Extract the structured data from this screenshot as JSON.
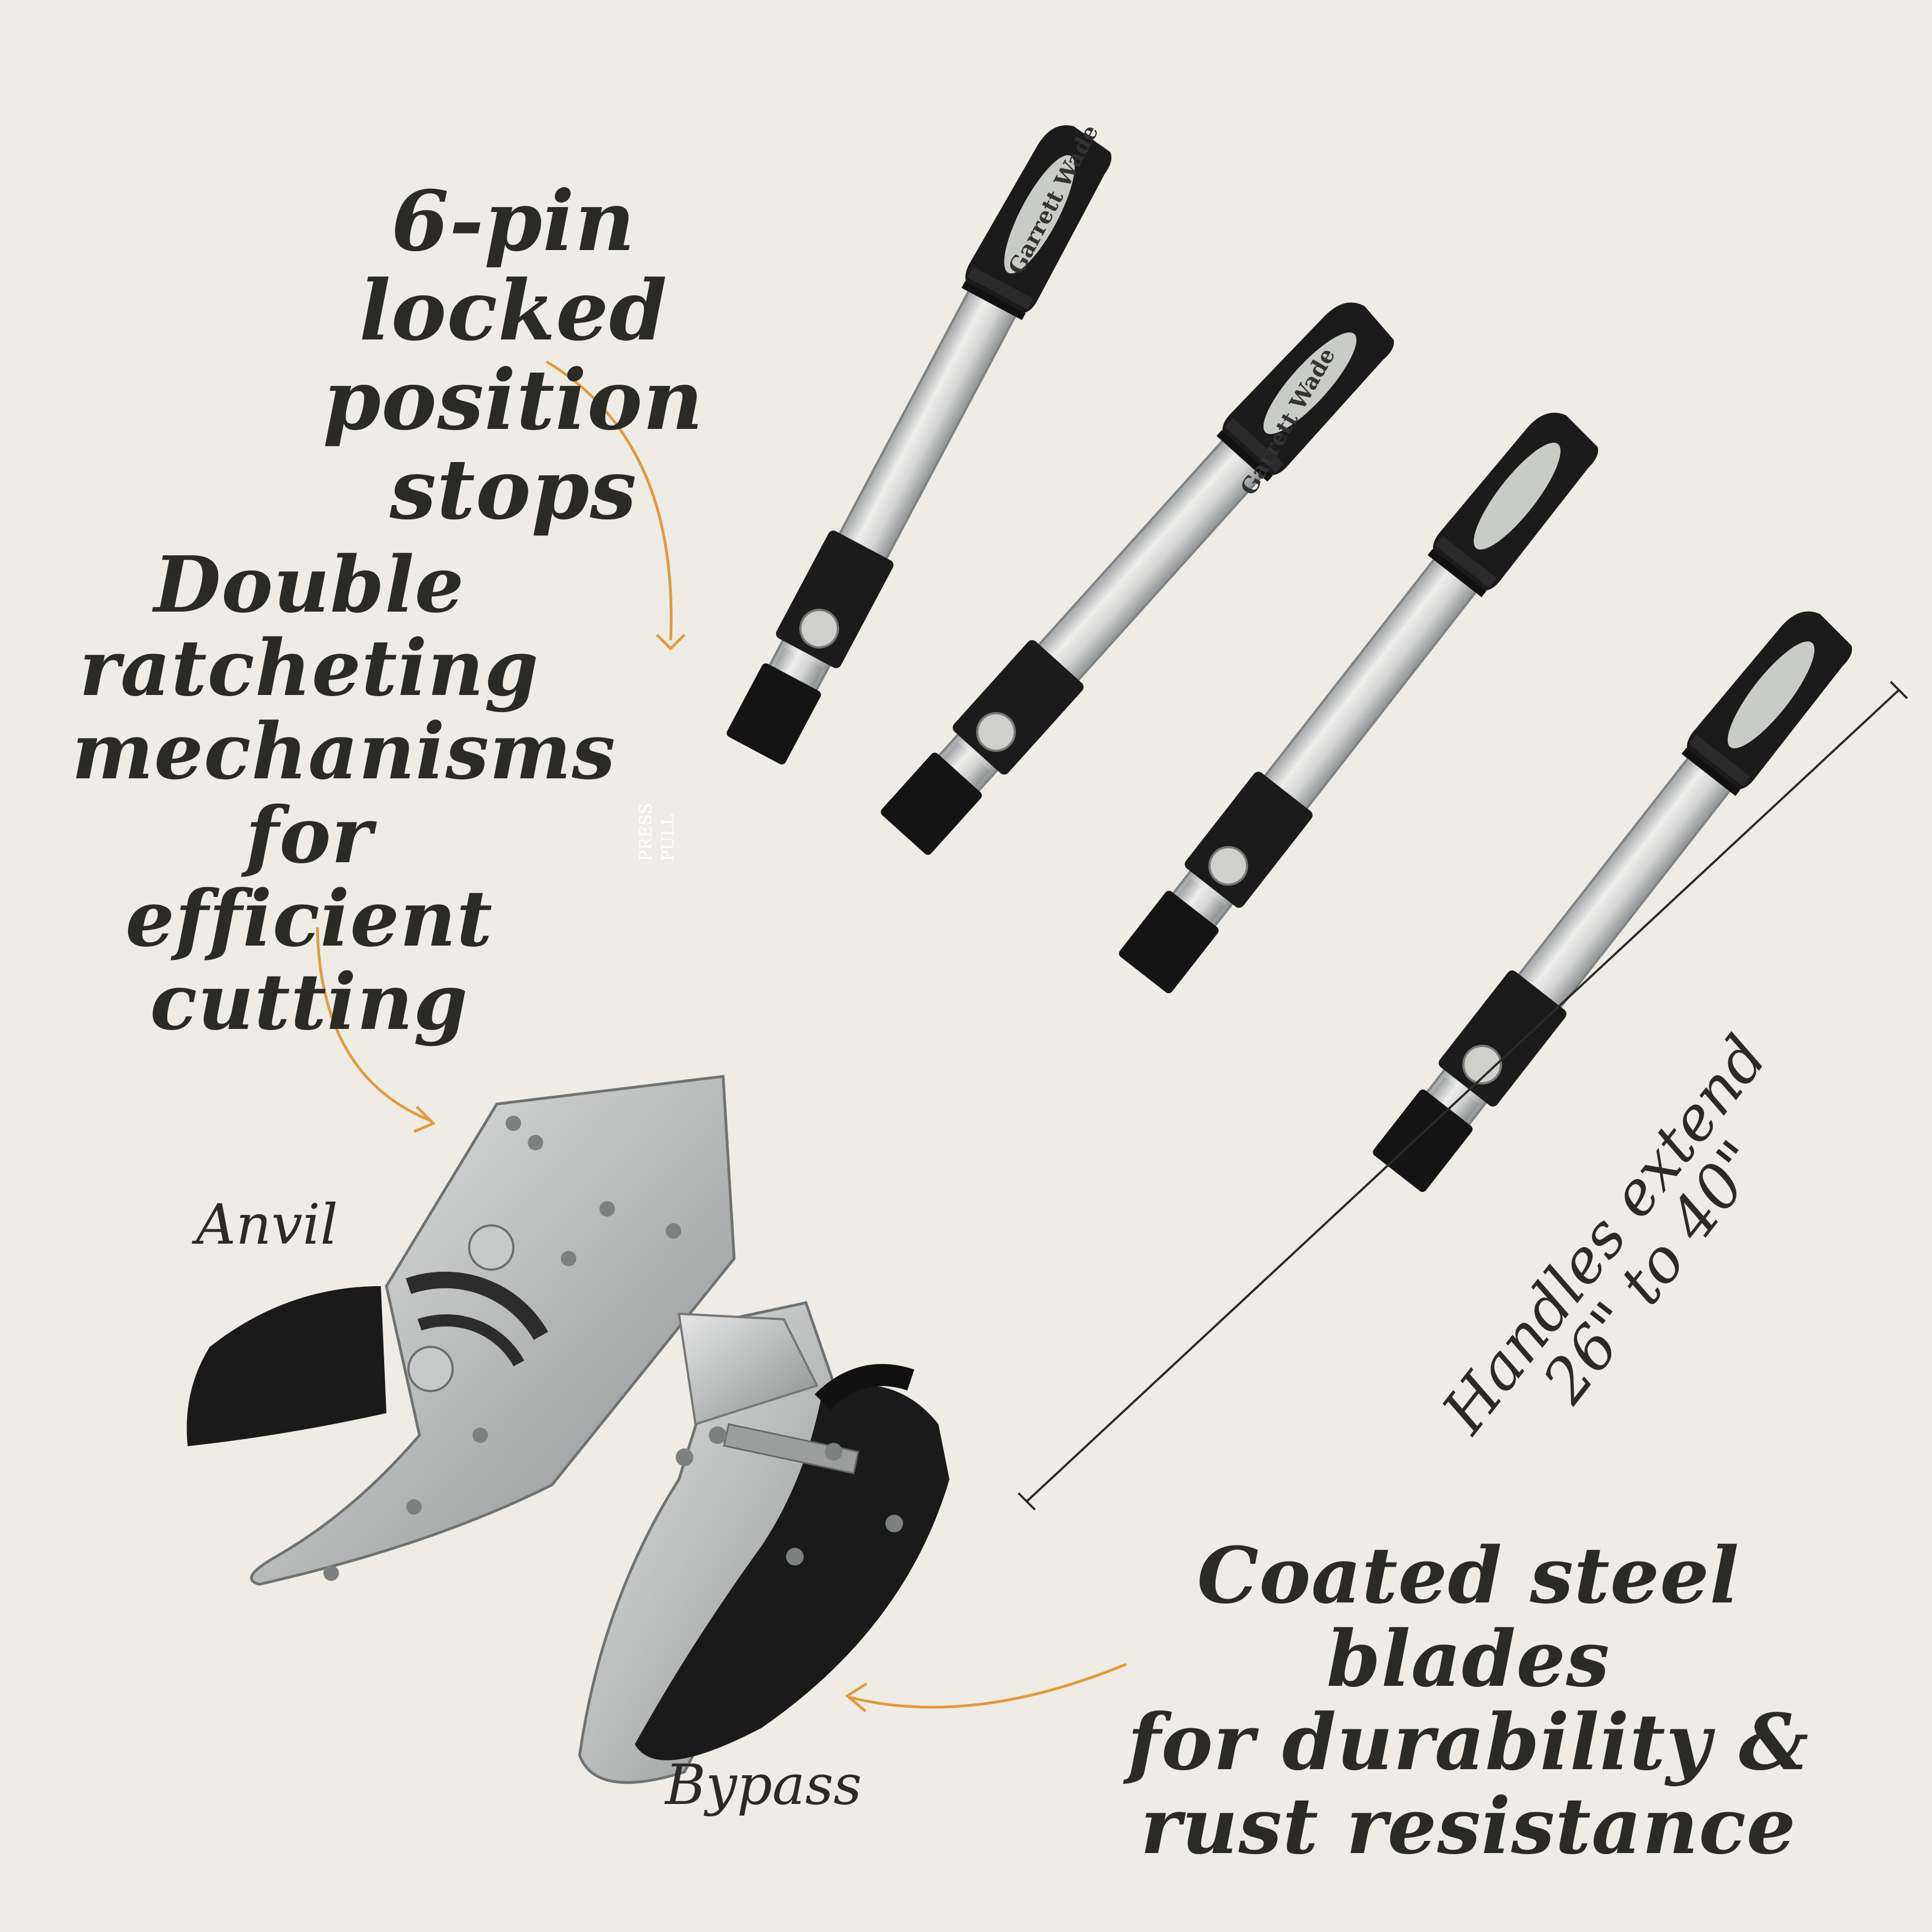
{
  "callouts": {
    "pin_stops": "6-pin locked\nposition stops",
    "ratchet": "Double\nratcheting\nmechanisms\nfor efficient\ncutting",
    "blades": "Coated steel blades\nfor durability &\nrust resistance",
    "handles_line1": "Handles extend",
    "handles_line2": "26\" to 40\""
  },
  "labels": {
    "anvil": "Anvil",
    "bypass": "Bypass"
  },
  "product_marks": {
    "brand": "Garrett Wade",
    "press": "PRESS",
    "pull": "PULL"
  },
  "colors": {
    "background": "#efece6",
    "text": "#2a2a26",
    "arrow": "#e29a3c",
    "grip": "#1b1b1c",
    "aluminum": "#cfd0d0",
    "blade": "#1a1a1b"
  }
}
